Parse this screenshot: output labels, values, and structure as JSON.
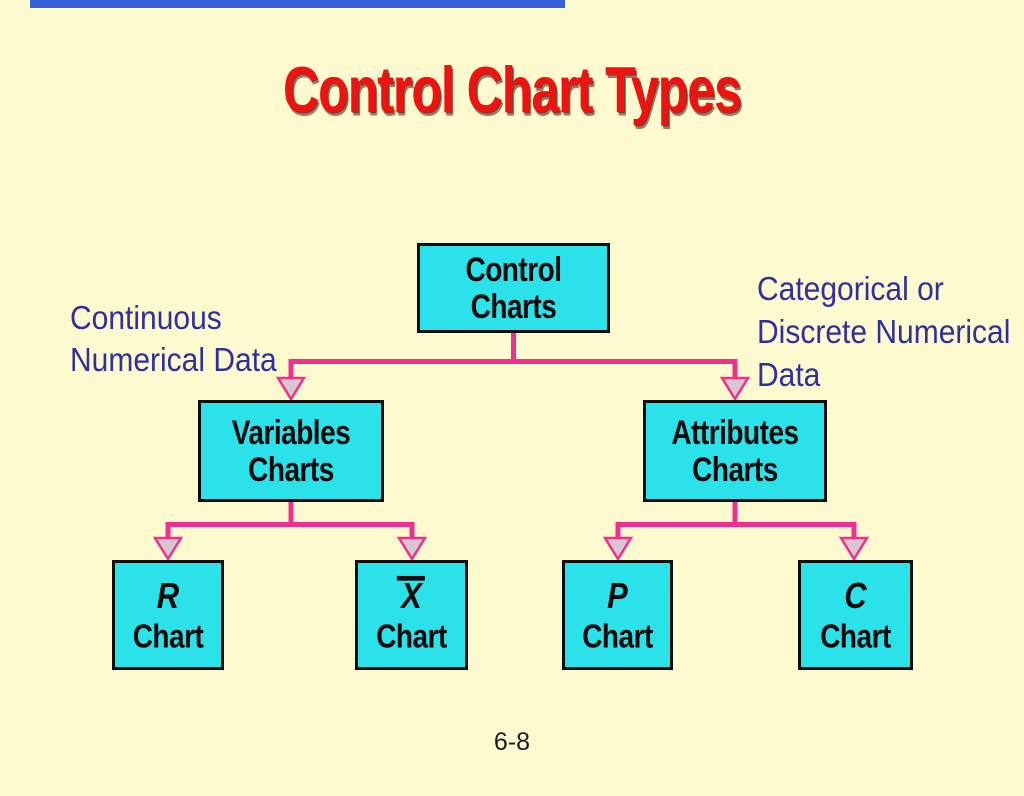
{
  "slide": {
    "title": "Control Chart Types",
    "page_number": "6-8",
    "colors": {
      "background": "#FDFACF",
      "top_bar_blue": "#3562D8",
      "title_red": "#EE1310",
      "box_fill_cyan": "#2BE2EA",
      "box_border": "#0d0d0d",
      "connector_pink": "#EF3090",
      "arrowhead_fill": "#D9C6D1",
      "side_label_blue": "#2F2F9E"
    }
  },
  "labels": {
    "left": {
      "line1": "Continuous",
      "line2": "Numerical Data"
    },
    "right": {
      "line1": "Categorical or",
      "line2": "Discrete Numerical",
      "line3": "Data"
    }
  },
  "nodes": {
    "root": {
      "line1": "Control",
      "line2": "Charts"
    },
    "variables": {
      "line1": "Variables",
      "line2": "Charts"
    },
    "attributes": {
      "line1": "Attributes",
      "line2": "Charts"
    },
    "r": {
      "symbol": "R",
      "label": "Chart"
    },
    "xbar": {
      "symbol": "X",
      "has_overbar": true,
      "label": "Chart"
    },
    "p": {
      "symbol": "P",
      "label": "Chart"
    },
    "c": {
      "symbol": "C",
      "label": "Chart"
    }
  }
}
